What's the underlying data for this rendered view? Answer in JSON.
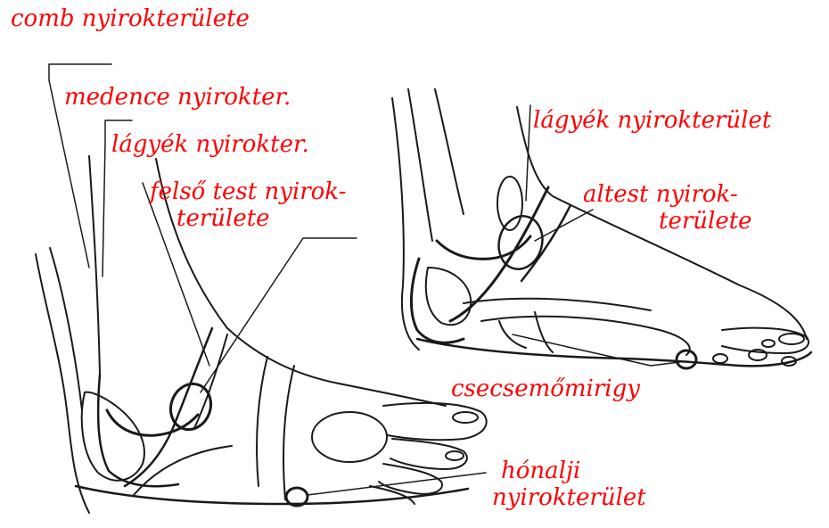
{
  "label_color": "#ff0000",
  "line_color": "#1a1a1a",
  "labels": {
    "comb": "comb nyirokterülete",
    "medence": "medence nyirokter.",
    "lagyek_left": "lágyék nyirokter.",
    "felso_test_1": "felső test nyirok-",
    "felso_test_2": "területe",
    "lagyek_right": "lágyék nyirokterület",
    "altest_1": "altest nyirok-",
    "altest_2": "területe",
    "csecsemomirigy": "csecsemőmirigy",
    "honalji_1": "hónalji",
    "honalji_2": "nyirokterület"
  }
}
